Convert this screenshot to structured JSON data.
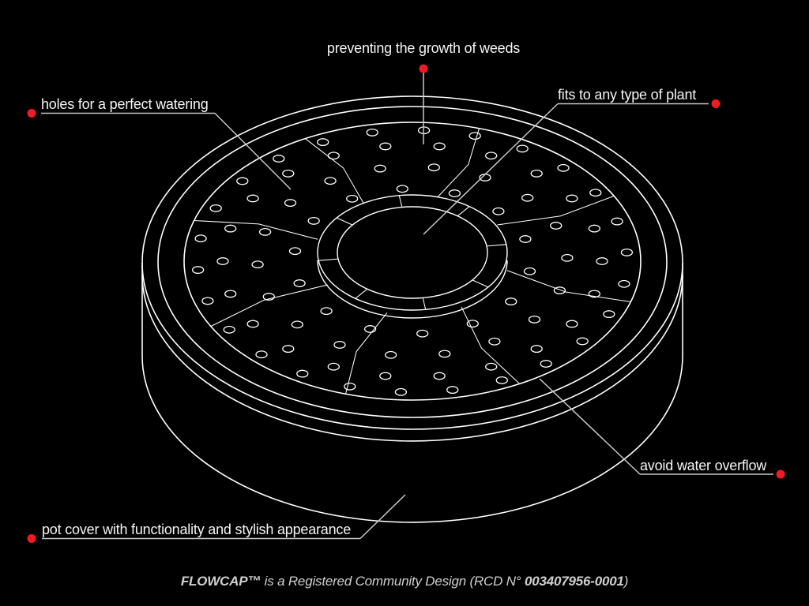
{
  "diagram": {
    "title": "FLOWCAP pot cover exploded callout diagram",
    "callouts": [
      {
        "id": "weeds",
        "label": "preventing the growth of weeds"
      },
      {
        "id": "watering",
        "label": "holes for a perfect watering"
      },
      {
        "id": "plant",
        "label": "fits to any type of plant"
      },
      {
        "id": "overflow",
        "label": "avoid water overflow"
      },
      {
        "id": "potcover",
        "label": "pot cover with functionality and stylish appearance"
      }
    ]
  },
  "footer": {
    "brand": "FLOWCAP™",
    "text": " is a Registered Community Design (RCD N° ",
    "number": "003407956-0001",
    "suffix": ")"
  },
  "colors": {
    "background": "#000000",
    "line_white": "#ffffff",
    "leader_gray": "#c9c9c9",
    "accent_red": "#ed1c24",
    "footer_gray": "#cfcfcf"
  }
}
